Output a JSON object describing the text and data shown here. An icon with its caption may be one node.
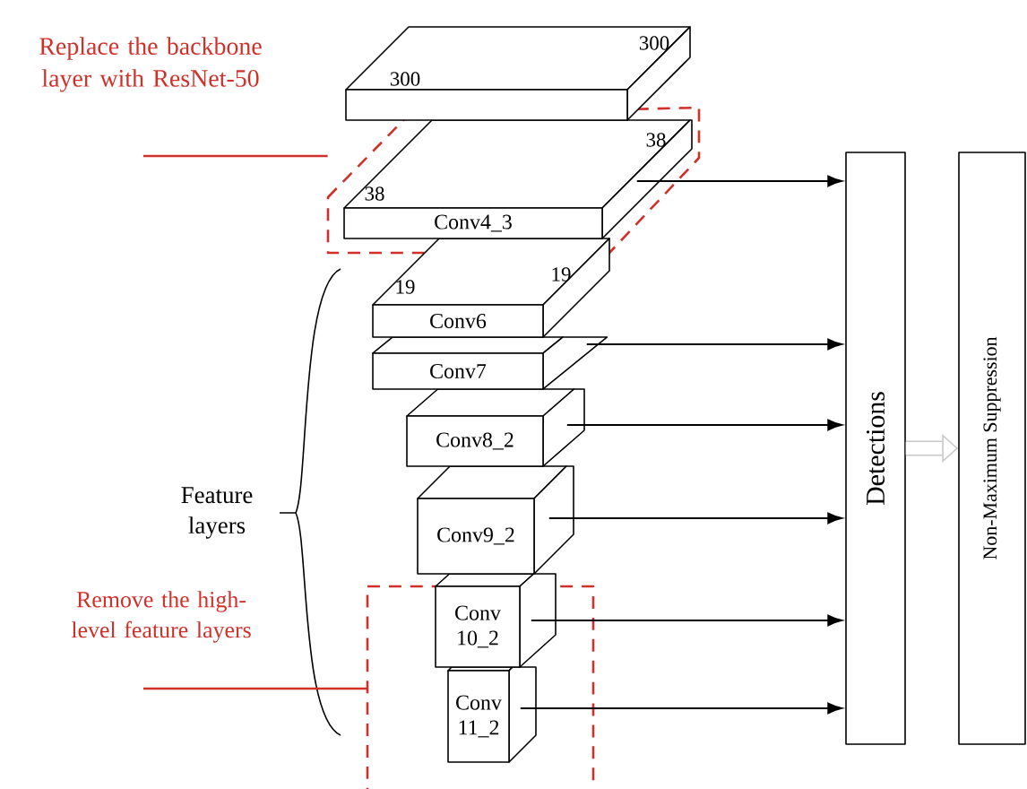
{
  "diagram": {
    "nodes": [
      {
        "text": [
          "300",
          "300"
        ]
      },
      {
        "text": [
          "Replace the backbone layer with ResNet-50"
        ]
      },
      {
        "text": [],
        "shape": "box"
      },
      {
        "text": [
          "38",
          "38",
          "Conv4_3"
        ],
        "in": 2
      },
      {
        "text": [
          "19",
          "19",
          "Conv6"
        ]
      },
      {
        "text": [
          "Conv7"
        ]
      },
      {
        "text": [
          "Conv8_2"
        ]
      },
      {
        "text": [
          "Conv9_2"
        ]
      },
      {
        "text": [
          "Remove the high-level feature layers"
        ]
      },
      {
        "text": [],
        "shape": "box"
      },
      {
        "text": [
          "Conv 10_2"
        ],
        "in": 9
      },
      {
        "text": [
          "Conv 11_2"
        ],
        "in": 9
      },
      {
        "text": [
          "Detections"
        ]
      },
      {
        "text": [
          "Non-Maximum Suppression"
        ]
      }
    ],
    "edges": [
      {
        "from": 3,
        "to": 12,
        "arrow": "to"
      },
      {
        "from": 5,
        "to": 12,
        "arrow": "to"
      },
      {
        "from": 6,
        "to": 12,
        "arrow": "to"
      },
      {
        "from": 7,
        "to": 12,
        "arrow": "to"
      },
      {
        "from": 10,
        "to": 12,
        "arrow": "to"
      },
      {
        "from": 11,
        "to": 12,
        "arrow": "to"
      },
      {
        "from": 12,
        "to": 13,
        "arrow": "to",
        "style": "thick",
        "color": "#c8c8c8"
      },
      {
        "from": 1,
        "to": 2,
        "arrow": "none",
        "color": "#d0302a"
      },
      {
        "from": 8,
        "to": 9,
        "arrow": "none",
        "color": "#d0302a"
      }
    ],
    "labels": [
      "Feature layers"
    ]
  }
}
